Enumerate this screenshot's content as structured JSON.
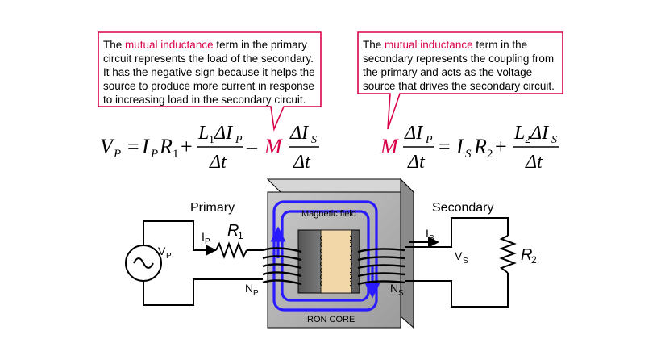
{
  "callouts": {
    "left": {
      "prefix": "The ",
      "highlight": "mutual inductance",
      "rest": " term in the primary circuit represents the load of the secondary. It has the negative sign because it helps the source to produce more current in response to increasing load in the secondary circuit."
    },
    "right": {
      "prefix": "The ",
      "highlight": "mutual inductance",
      "rest": " term in the secondary represents the coupling from the primary and acts as the voltage source that drives the secondary circuit."
    }
  },
  "equations": {
    "primary": {
      "lhs": "V",
      "lhs_sub": "P",
      "eq": "=",
      "t1": "I",
      "t1_sub": "P",
      "t1b": "R",
      "t1b_sub": "1",
      "plus": "+",
      "f1_num": "L",
      "f1_num_sub": "1",
      "f1_num2": "ΔI",
      "f1_num2_sub": "P",
      "f1_den": "Δt",
      "minus": "–",
      "m": "M",
      "f2_num": "ΔI",
      "f2_num_sub": "S",
      "f2_den": "Δt"
    },
    "secondary": {
      "m": "M",
      "f1_num": "ΔI",
      "f1_num_sub": "P",
      "f1_den": "Δt",
      "eq": "=",
      "t1": "I",
      "t1_sub": "S",
      "t1b": "R",
      "t1b_sub": "2",
      "plus": "+",
      "f2_num": "L",
      "f2_num_sub": "2",
      "f2_num2": "ΔI",
      "f2_num2_sub": "S",
      "f2_den": "Δt"
    }
  },
  "circuit": {
    "primary_label": "Primary",
    "secondary_label": "Secondary",
    "magnetic_field_label": "Magnetic field",
    "iron_core_label": "IRON CORE",
    "source_label": "V",
    "source_sub": "P",
    "ip_label": "I",
    "ip_sub": "P",
    "r1_label": "R",
    "r1_sub": "1",
    "np_label": "N",
    "np_sub": "P",
    "is_label": "I",
    "is_sub": "S",
    "vs_label": "V",
    "vs_sub": "S",
    "ns_label": "N",
    "ns_sub": "S",
    "r2_label": "R",
    "r2_sub": "2"
  },
  "colors": {
    "highlight": "#d9004c",
    "field": "#2a1aff",
    "core_dark": "#6e6e6e",
    "core_mid": "#a9a9a9",
    "core_light": "#c8c8c8",
    "coil": "#f2d8a8"
  }
}
